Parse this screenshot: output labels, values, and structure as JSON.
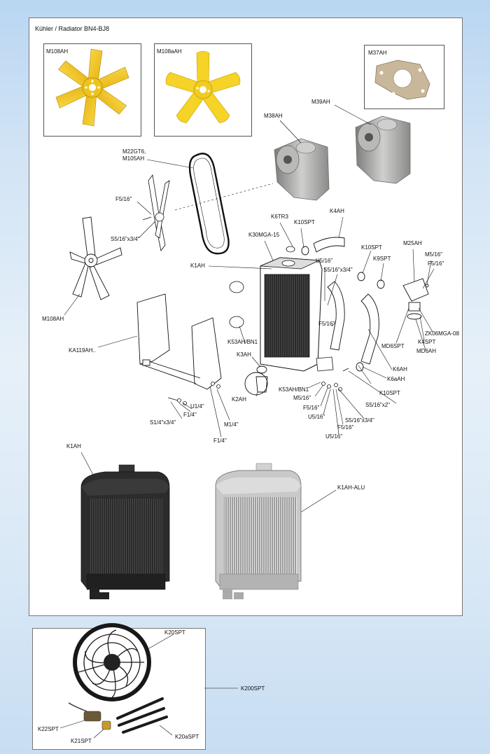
{
  "title": "Kühler / Radiator BN4-BJ8",
  "colors": {
    "fan_yellow": "#f2c21b",
    "fan_blade_alt": "#f5d327",
    "radiator_black": "#262626",
    "radiator_alu": "#bcbcbc",
    "gasket": "#c8b79a",
    "pump": "#a9a9a7"
  },
  "labels": {
    "m108ah_top": "M108AH",
    "m108aah": "M108aAH",
    "m37ah": "M37AH",
    "m38ah": "M38AH",
    "m39ah": "M39AH",
    "m22gt6": "M22GT6,",
    "m105ah": "M105AH",
    "f5_16_a": "F5/16\"",
    "s5_16x3_4_a": "S5/16\"x3/4\"",
    "m108ah_line": "M108AH",
    "k6tr3": "K6TR3",
    "k10spt_a": "K10SPT",
    "k4ah": "K4AH",
    "k30mga15": "K30MGA-15",
    "k1ah_diag": "K1AH",
    "u5_16_a": "U5/16\"",
    "s5_16x3_4_b": "S5/16\"x3/4\"",
    "k10spt_b": "K10SPT",
    "k9spt": "K9SPT",
    "m25ah": "M25AH",
    "m5_16_a": "M5/16\"",
    "f5_16_b": "F5/16\"",
    "ka119ah": "KA119AH..",
    "k53ahbn1_a": "K53AH/BN1",
    "f5_16_c": "F5/16\"",
    "md6spt": "MD6SPT",
    "k4spt": "K4SPT",
    "md6ah": "MD6AH",
    "zk06mga08": "ZK06MGA-08",
    "k3ah": "K3AH",
    "k6ah": "K6AH",
    "k6aah": "K6aAH",
    "k53ahbn1_b": "K53AH/BN1",
    "m5_16_b": "M5/16\"",
    "k10spt_c": "K10SPT",
    "k2ah": "K2AH",
    "f5_16_d": "F5/16\"",
    "u5_16_b": "U5/16\"",
    "s5_16x2": "S5/16\"x2\"",
    "s5_16x3_4_c": "S5/16\"x3/4\"",
    "f5_16_e": "F5/16\"",
    "u5_16_c": "U5/16\"",
    "u1_4": "U1/4\"",
    "f1_4_a": "F1/4\"",
    "s1_4x3_4": "S1/4\"x3/4\"",
    "m1_4": "M1/4\"",
    "f1_4_b": "F1/4\"",
    "k1ah_photo": "K1AH",
    "k1ah_alu": "K1AH-ALU",
    "k20spt": "K20SPT",
    "k200spt": "K200SPT",
    "k22spt": "K22SPT",
    "k21spt": "K21SPT",
    "k20aspt": "K20aSPT"
  }
}
